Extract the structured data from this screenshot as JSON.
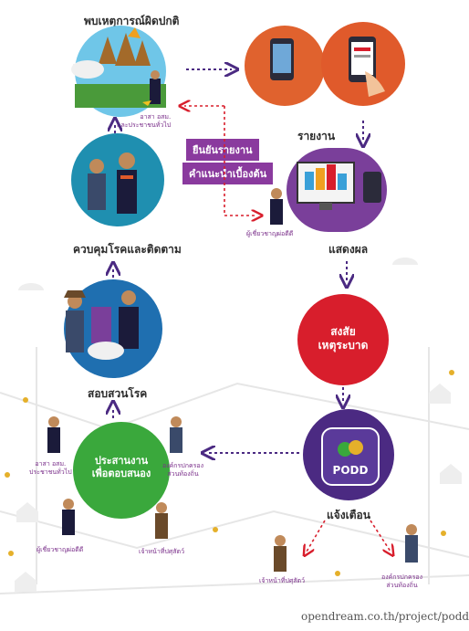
{
  "labels": {
    "detect_title": "พบเหตุการณ์ผิดปกติ",
    "report": "รายงาน",
    "show_result": "แสดงผล",
    "control": "ควบคุมโรคและติดตาม",
    "investigate": "สอบสวนโรค",
    "alert": "แจ้งเตือน",
    "volunteers_1": "อาสา อสม.",
    "volunteers_2": "และประชาชนทั่วไป",
    "confirm_report": "ยืนยันรายงาน",
    "initial_advice": "คำแนะนำเบื้องต้น",
    "expert_vet_1": "ผู้เชี่ยวชาญผ่อดีดี",
    "suspect_1": "สงสัย",
    "suspect_2": "เหตุระบาด",
    "coordinate_1": "ประสานงาน",
    "coordinate_2": "เพื่อตอบสนอง",
    "volunteers_left_1": "อาสา อสม.",
    "volunteers_left_2": "ประชาชนทั่วไป",
    "local_admin_1": "องค์กรปกครอง",
    "local_admin_2": "ส่วนท้องถิ่น",
    "expert_vet_2": "ผู้เชี่ยวชาญผ่อดีดี",
    "livestock_officer_1": "เจ้าหน้าที่ปศุสัตว์",
    "livestock_officer_2": "เจ้าหน้าที่ปศุสัตว์",
    "local_admin_b1": "องค์กรปกครอง",
    "local_admin_b2": "ส่วนท้องถิ่น",
    "podd": "PODD",
    "url": "opendream.co.th/project/podd"
  },
  "colors": {
    "purple": "#8a3a9e",
    "dark_purple": "#4b2a82",
    "orange": "#e05a2b",
    "red": "#d81e2c",
    "green": "#3aa83c",
    "blue_bg": "#1f6fb0"
  },
  "icons": [
    "person-icon",
    "cow-icon",
    "phone-icon",
    "monitor-icon",
    "map-pin-icon"
  ]
}
